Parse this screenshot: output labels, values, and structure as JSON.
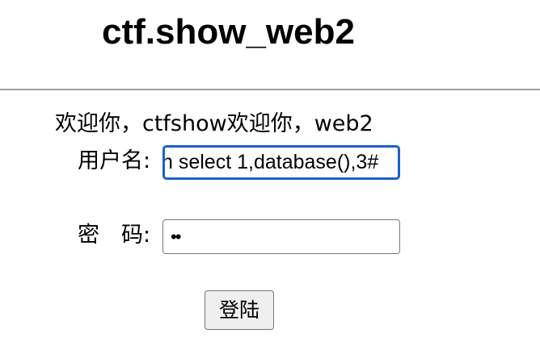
{
  "header": {
    "title": "ctf.show_web2"
  },
  "form": {
    "welcome_text": "欢迎你，ctfshow欢迎你，web2",
    "username_label": "用户名:",
    "username_value": "n select 1,database(),3#",
    "password_label_1": "密",
    "password_label_2": "码:",
    "password_value_masked": "••",
    "login_label": "登陆"
  },
  "colors": {
    "focus_border": "#1a62c8",
    "divider": "#a0a0a0",
    "button_bg": "#efefef"
  }
}
